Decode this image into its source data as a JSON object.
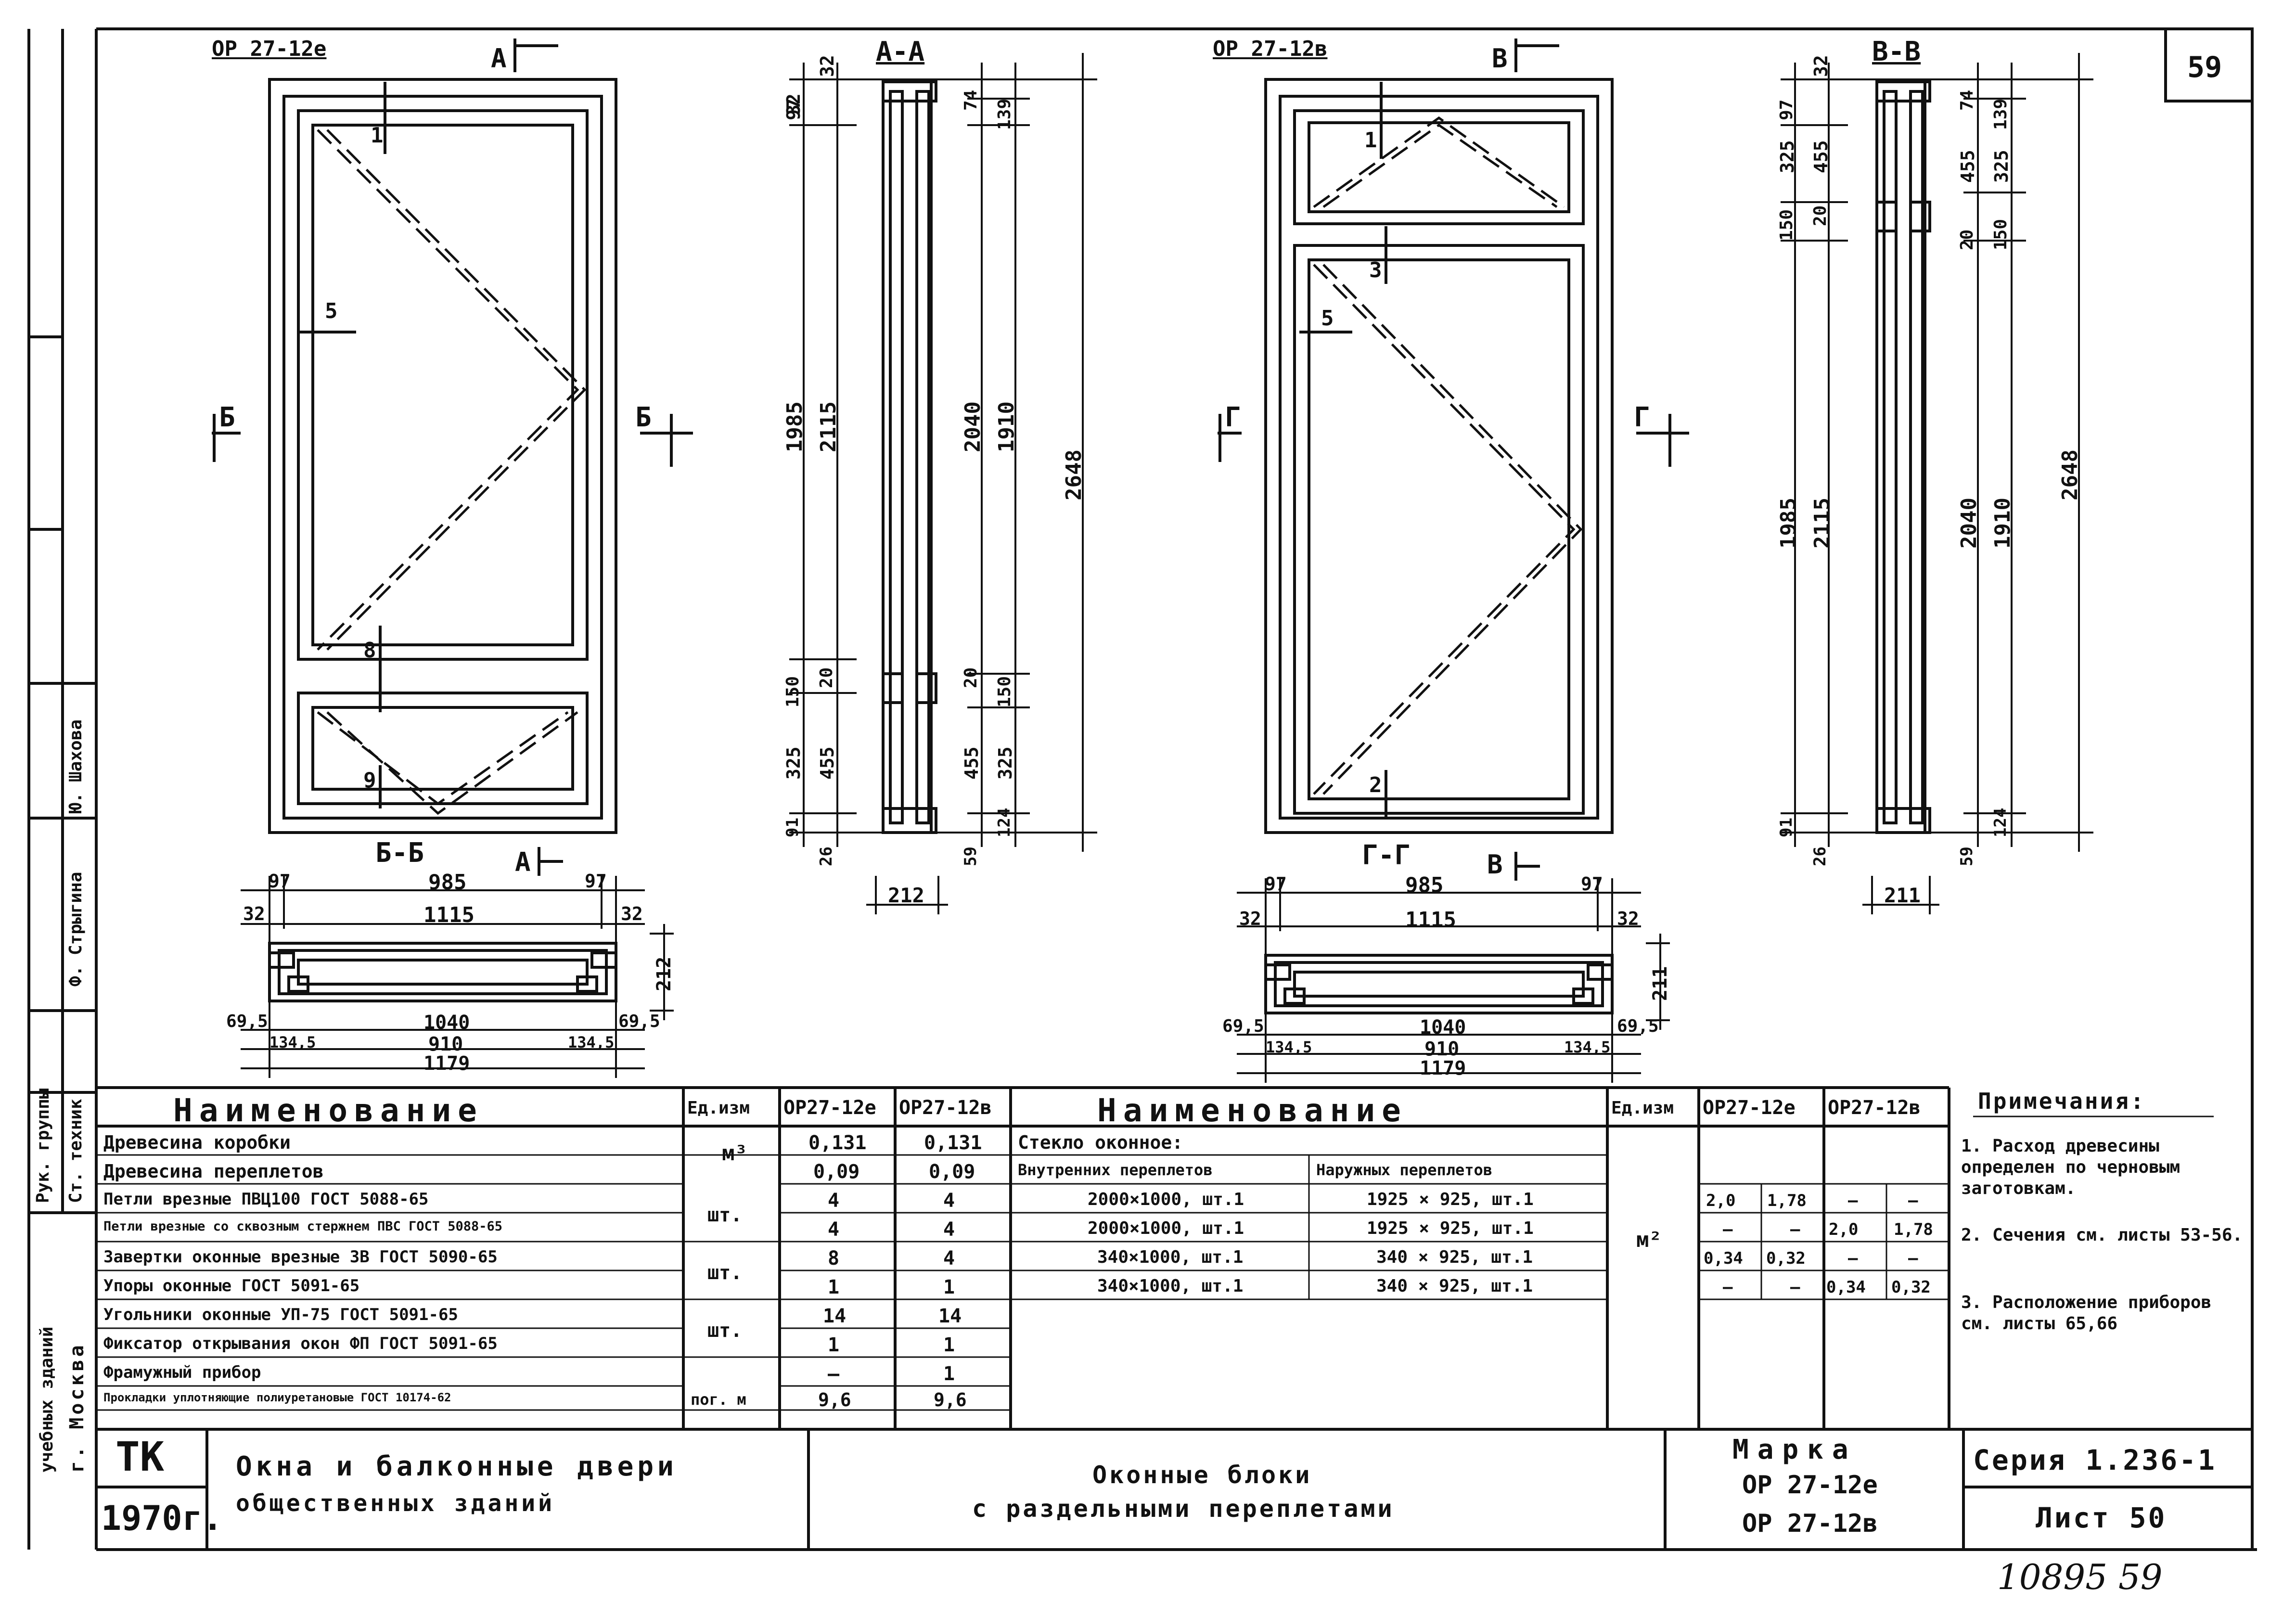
{
  "sheet": {
    "page_number": "59",
    "handwritten_footer": "10895  59"
  },
  "left_stamp": {
    "roles": [
      "Рук. группы",
      "Ст. техник"
    ],
    "names": [
      "Ю. Шахова",
      "Ф. Стрыгина"
    ],
    "city_block": [
      "учебных зданий",
      "г. Москва"
    ]
  },
  "drawing_left": {
    "mark": "ОР 27-12е",
    "section_mark": "А",
    "section_bb": "Б-Б",
    "section_aa": "А-А",
    "cut_b": "Б",
    "callouts": [
      "1",
      "5",
      "8",
      "9"
    ],
    "plan_dims": {
      "top": [
        "97",
        "985",
        "97"
      ],
      "mid": [
        "32",
        "1115",
        "32"
      ],
      "bottom": [
        "69,5",
        "1040",
        "69,5"
      ],
      "low": [
        "134,5",
        "910",
        "134,5"
      ],
      "total": "1179",
      "height": "212"
    },
    "vertical_dims_left": [
      "32",
      "97",
      "1985",
      "2115",
      "20",
      "150",
      "325",
      "455",
      "91",
      "26"
    ],
    "vertical_dims_right": [
      "74",
      "139",
      "2040",
      "1910",
      "20",
      "150",
      "455",
      "325",
      "124",
      "59",
      "2648"
    ],
    "width_dim": "212"
  },
  "drawing_right": {
    "mark": "ОР 27-12в",
    "section_mark": "В",
    "section_gg": "Г-Г",
    "section_vv": "В-В",
    "cut_g": "Г",
    "callouts": [
      "1",
      "3",
      "5",
      "2"
    ],
    "plan_dims": {
      "top": [
        "97",
        "985",
        "97"
      ],
      "mid": [
        "32",
        "1115",
        "32"
      ],
      "bottom": [
        "69,5",
        "1040",
        "69,5"
      ],
      "low": [
        "134,5",
        "910",
        "134,5"
      ],
      "total": "1179",
      "height": "211"
    },
    "vertical_dims_left": [
      "32",
      "97",
      "325",
      "455",
      "150",
      "20",
      "1985",
      "2115",
      "91",
      "26"
    ],
    "vertical_dims_right": [
      "74",
      "139",
      "455",
      "325",
      "20",
      "150",
      "2040",
      "1910",
      "2648",
      "124",
      "59"
    ],
    "width_dim": "211"
  },
  "spec_table_left": {
    "headers": [
      "Наименование",
      "Ед.изм",
      "ОР27-12е",
      "ОР27-12в"
    ],
    "rows": [
      {
        "name": "Древесина коробки",
        "unit": "м³",
        "a": "0,131",
        "b": "0,131"
      },
      {
        "name": "Древесина переплетов",
        "unit": "",
        "a": "0,09",
        "b": "0,09"
      },
      {
        "name": "Петли врезные ПВЦ100      ГОСТ 5088-65",
        "unit": "шт.",
        "a": "4",
        "b": "4"
      },
      {
        "name": "Петли врезные со сквозным стержнем ПВС ГОСТ 5088-65",
        "unit": "",
        "a": "4",
        "b": "4"
      },
      {
        "name": "Завертки оконные врезные ЗВ ГОСТ 5090-65",
        "unit": "шт.",
        "a": "8",
        "b": "4"
      },
      {
        "name": "Упоры оконные               ГОСТ 5091-65",
        "unit": "",
        "a": "1",
        "b": "1"
      },
      {
        "name": "Угольники оконные УП-75 ГОСТ 5091-65",
        "unit": "шт.",
        "a": "14",
        "b": "14"
      },
      {
        "name": "Фиксатор открывания окон ФП ГОСТ 5091-65",
        "unit": "",
        "a": "1",
        "b": "1"
      },
      {
        "name": "Фрамужный прибор",
        "unit": "",
        "a": "–",
        "b": "1"
      },
      {
        "name": "Прокладки уплотняющие полиуретановые ГОСТ 10174-62",
        "unit": "пог. м",
        "a": "9,6",
        "b": "9,6"
      }
    ]
  },
  "spec_table_right": {
    "headers": [
      "Наименование",
      "Ед.изм",
      "ОР27-12е",
      "ОР27-12в"
    ],
    "glass_title": "Стекло оконное:",
    "sub_headers": [
      "Внутренних переплетов",
      "Наружных переплетов"
    ],
    "unit": "м²",
    "rows": [
      {
        "inner": "2000×1000, шт.1",
        "outer": "1925 × 925, шт.1",
        "a1": "2,0",
        "a2": "1,78",
        "b1": "–",
        "b2": "–"
      },
      {
        "inner": "2000×1000, шт.1",
        "outer": "1925 × 925, шт.1",
        "a1": "–",
        "a2": "–",
        "b1": "2,0",
        "b2": "1,78"
      },
      {
        "inner": "340×1000, шт.1",
        "outer": "340 × 925, шт.1",
        "a1": "0,34",
        "a2": "0,32",
        "b1": "–",
        "b2": "–"
      },
      {
        "inner": "340×1000, шт.1",
        "outer": "340 × 925, шт.1",
        "a1": "–",
        "a2": "–",
        "b1": "0,34",
        "b2": "0,32"
      }
    ]
  },
  "notes": {
    "title": "Примечания:",
    "items": [
      "1. Расход древесины определен по черновым заготовкам.",
      "2. Сечения см. листы 53-56.",
      "3. Расположение приборов см. листы 65,66"
    ]
  },
  "title_block": {
    "org": "ТК",
    "year": "1970г.",
    "project_line1": "Окна и балконные двери",
    "project_line2": "общественных зданий",
    "sheet_title_line1": "Оконные блоки",
    "sheet_title_line2": "с раздельными переплетами",
    "mark_label": "Марка",
    "mark_1": "ОР 27-12е",
    "mark_2": "ОР 27-12в",
    "series": "Серия 1.236-1",
    "sheet": "Лист 50"
  }
}
